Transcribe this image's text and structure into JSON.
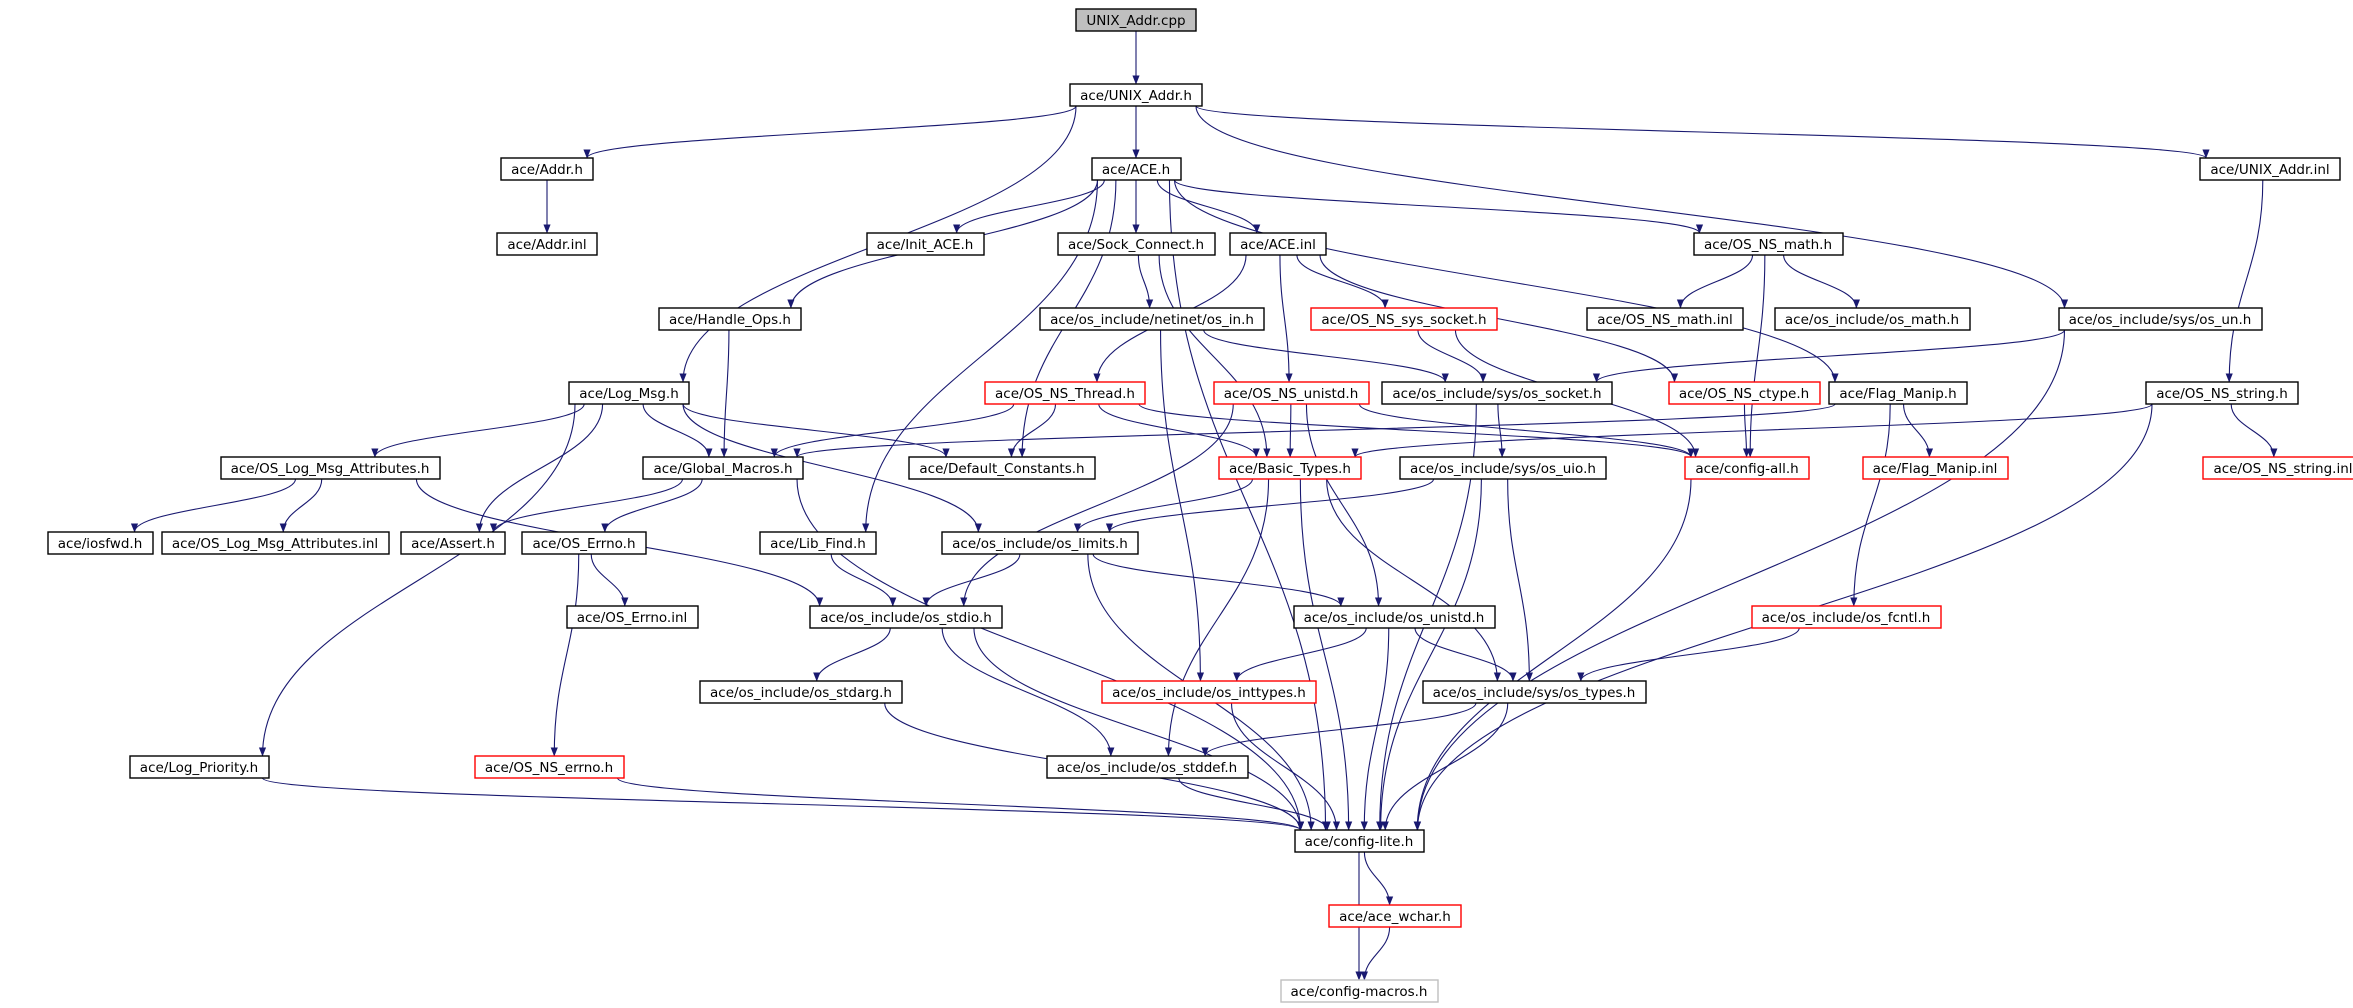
{
  "colors": {
    "edge": "#191970",
    "box_default": "#000000",
    "box_red": "#ff0000",
    "box_gray": "#bfbfbf",
    "root_fill": "#bfbfbf"
  },
  "nodes": [
    {
      "id": "unix_addr_cpp",
      "label": "UNIX_Addr.cpp",
      "style": "root"
    },
    {
      "id": "unix_addr_h",
      "label": "ace/UNIX_Addr.h",
      "style": "black"
    },
    {
      "id": "addr_h",
      "label": "ace/Addr.h",
      "style": "black"
    },
    {
      "id": "ace_h",
      "label": "ace/ACE.h",
      "style": "black"
    },
    {
      "id": "unix_addr_inl",
      "label": "ace/UNIX_Addr.inl",
      "style": "black"
    },
    {
      "id": "addr_inl",
      "label": "ace/Addr.inl",
      "style": "black"
    },
    {
      "id": "init_ace_h",
      "label": "ace/Init_ACE.h",
      "style": "black"
    },
    {
      "id": "sock_connect_h",
      "label": "ace/Sock_Connect.h",
      "style": "black"
    },
    {
      "id": "ace_inl",
      "label": "ace/ACE.inl",
      "style": "black"
    },
    {
      "id": "os_ns_math_h",
      "label": "ace/OS_NS_math.h",
      "style": "black"
    },
    {
      "id": "handle_ops_h",
      "label": "ace/Handle_Ops.h",
      "style": "black"
    },
    {
      "id": "netinet_in_h",
      "label": "ace/os_include/netinet/os_in.h",
      "style": "black"
    },
    {
      "id": "os_ns_sys_socket_h",
      "label": "ace/OS_NS_sys_socket.h",
      "style": "red"
    },
    {
      "id": "os_ns_math_inl",
      "label": "ace/OS_NS_math.inl",
      "style": "black"
    },
    {
      "id": "os_math_h",
      "label": "ace/os_include/os_math.h",
      "style": "black"
    },
    {
      "id": "sys_os_un_h",
      "label": "ace/os_include/sys/os_un.h",
      "style": "black"
    },
    {
      "id": "log_msg_h",
      "label": "ace/Log_Msg.h",
      "style": "black"
    },
    {
      "id": "os_ns_thread_h",
      "label": "ace/OS_NS_Thread.h",
      "style": "red"
    },
    {
      "id": "os_ns_unistd_h",
      "label": "ace/OS_NS_unistd.h",
      "style": "red"
    },
    {
      "id": "sys_os_socket_h",
      "label": "ace/os_include/sys/os_socket.h",
      "style": "black"
    },
    {
      "id": "os_ns_ctype_h",
      "label": "ace/OS_NS_ctype.h",
      "style": "red"
    },
    {
      "id": "flag_manip_h",
      "label": "ace/Flag_Manip.h",
      "style": "black"
    },
    {
      "id": "os_ns_string_h",
      "label": "ace/OS_NS_string.h",
      "style": "black"
    },
    {
      "id": "os_log_msg_attr_h",
      "label": "ace/OS_Log_Msg_Attributes.h",
      "style": "black"
    },
    {
      "id": "global_macros_h",
      "label": "ace/Global_Macros.h",
      "style": "black"
    },
    {
      "id": "default_constants_h",
      "label": "ace/Default_Constants.h",
      "style": "black"
    },
    {
      "id": "basic_types_h",
      "label": "ace/Basic_Types.h",
      "style": "red"
    },
    {
      "id": "sys_os_uio_h",
      "label": "ace/os_include/sys/os_uio.h",
      "style": "black"
    },
    {
      "id": "config_all_h",
      "label": "ace/config-all.h",
      "style": "red"
    },
    {
      "id": "flag_manip_inl",
      "label": "ace/Flag_Manip.inl",
      "style": "red"
    },
    {
      "id": "os_ns_string_inl",
      "label": "ace/OS_NS_string.inl",
      "style": "red"
    },
    {
      "id": "iosfwd_h",
      "label": "ace/iosfwd.h",
      "style": "black"
    },
    {
      "id": "os_log_msg_attr_inl",
      "label": "ace/OS_Log_Msg_Attributes.inl",
      "style": "black"
    },
    {
      "id": "assert_h",
      "label": "ace/Assert.h",
      "style": "black"
    },
    {
      "id": "os_errno_h",
      "label": "ace/OS_Errno.h",
      "style": "black"
    },
    {
      "id": "lib_find_h",
      "label": "ace/Lib_Find.h",
      "style": "black"
    },
    {
      "id": "os_limits_h",
      "label": "ace/os_include/os_limits.h",
      "style": "black"
    },
    {
      "id": "os_errno_inl",
      "label": "ace/OS_Errno.inl",
      "style": "black"
    },
    {
      "id": "os_stdio_h",
      "label": "ace/os_include/os_stdio.h",
      "style": "black"
    },
    {
      "id": "os_unistd_h",
      "label": "ace/os_include/os_unistd.h",
      "style": "black"
    },
    {
      "id": "os_fcntl_h",
      "label": "ace/os_include/os_fcntl.h",
      "style": "red"
    },
    {
      "id": "os_stdarg_h",
      "label": "ace/os_include/os_stdarg.h",
      "style": "black"
    },
    {
      "id": "os_inttypes_h",
      "label": "ace/os_include/os_inttypes.h",
      "style": "red"
    },
    {
      "id": "sys_os_types_h",
      "label": "ace/os_include/sys/os_types.h",
      "style": "black"
    },
    {
      "id": "log_priority_h",
      "label": "ace/Log_Priority.h",
      "style": "black"
    },
    {
      "id": "os_ns_errno_h",
      "label": "ace/OS_NS_errno.h",
      "style": "red"
    },
    {
      "id": "os_stddef_h",
      "label": "ace/os_include/os_stddef.h",
      "style": "black"
    },
    {
      "id": "config_lite_h",
      "label": "ace/config-lite.h",
      "style": "black"
    },
    {
      "id": "ace_wchar_h",
      "label": "ace/ace_wchar.h",
      "style": "red"
    },
    {
      "id": "config_macros_h",
      "label": "ace/config-macros.h",
      "style": "gray"
    }
  ],
  "edges": [
    [
      "unix_addr_cpp",
      "unix_addr_h"
    ],
    [
      "unix_addr_h",
      "addr_h"
    ],
    [
      "unix_addr_h",
      "ace_h"
    ],
    [
      "unix_addr_h",
      "unix_addr_inl"
    ],
    [
      "unix_addr_h",
      "log_msg_h"
    ],
    [
      "unix_addr_h",
      "sys_os_un_h"
    ],
    [
      "addr_h",
      "addr_inl"
    ],
    [
      "ace_h",
      "init_ace_h"
    ],
    [
      "ace_h",
      "sock_connect_h"
    ],
    [
      "ace_h",
      "ace_inl"
    ],
    [
      "ace_h",
      "os_ns_math_h"
    ],
    [
      "ace_h",
      "handle_ops_h"
    ],
    [
      "ace_h",
      "lib_find_h"
    ],
    [
      "ace_h",
      "default_constants_h"
    ],
    [
      "ace_h",
      "flag_manip_h"
    ],
    [
      "ace_h",
      "config_lite_h"
    ],
    [
      "unix_addr_inl",
      "os_ns_string_h"
    ],
    [
      "sock_connect_h",
      "netinet_in_h"
    ],
    [
      "sock_connect_h",
      "basic_types_h"
    ],
    [
      "ace_inl",
      "os_ns_sys_socket_h"
    ],
    [
      "ace_inl",
      "os_ns_thread_h"
    ],
    [
      "ace_inl",
      "os_ns_unistd_h"
    ],
    [
      "ace_inl",
      "os_ns_ctype_h"
    ],
    [
      "os_ns_math_h",
      "os_ns_math_inl"
    ],
    [
      "os_ns_math_h",
      "os_math_h"
    ],
    [
      "os_ns_math_h",
      "config_all_h"
    ],
    [
      "handle_ops_h",
      "global_macros_h"
    ],
    [
      "netinet_in_h",
      "sys_os_socket_h"
    ],
    [
      "netinet_in_h",
      "os_inttypes_h"
    ],
    [
      "os_ns_sys_socket_h",
      "sys_os_socket_h"
    ],
    [
      "os_ns_sys_socket_h",
      "config_all_h"
    ],
    [
      "sys_os_un_h",
      "sys_os_socket_h"
    ],
    [
      "sys_os_un_h",
      "config_lite_h"
    ],
    [
      "log_msg_h",
      "os_log_msg_attr_h"
    ],
    [
      "log_msg_h",
      "global_macros_h"
    ],
    [
      "log_msg_h",
      "default_constants_h"
    ],
    [
      "log_msg_h",
      "assert_h"
    ],
    [
      "log_msg_h",
      "os_limits_h"
    ],
    [
      "log_msg_h",
      "log_priority_h"
    ],
    [
      "os_ns_thread_h",
      "global_macros_h"
    ],
    [
      "os_ns_thread_h",
      "default_constants_h"
    ],
    [
      "os_ns_thread_h",
      "basic_types_h"
    ],
    [
      "os_ns_thread_h",
      "config_all_h"
    ],
    [
      "os_ns_unistd_h",
      "basic_types_h"
    ],
    [
      "os_ns_unistd_h",
      "os_unistd_h"
    ],
    [
      "os_ns_unistd_h",
      "os_stdio_h"
    ],
    [
      "os_ns_unistd_h",
      "config_all_h"
    ],
    [
      "sys_os_socket_h",
      "sys_os_uio_h"
    ],
    [
      "sys_os_socket_h",
      "config_lite_h"
    ],
    [
      "os_ns_ctype_h",
      "config_all_h"
    ],
    [
      "flag_manip_h",
      "flag_manip_inl"
    ],
    [
      "flag_manip_h",
      "os_fcntl_h"
    ],
    [
      "flag_manip_h",
      "global_macros_h"
    ],
    [
      "os_ns_string_h",
      "os_ns_string_inl"
    ],
    [
      "os_ns_string_h",
      "basic_types_h"
    ],
    [
      "os_ns_string_h",
      "config_lite_h"
    ],
    [
      "os_log_msg_attr_h",
      "iosfwd_h"
    ],
    [
      "os_log_msg_attr_h",
      "os_log_msg_attr_inl"
    ],
    [
      "os_log_msg_attr_h",
      "os_stdio_h"
    ],
    [
      "global_macros_h",
      "assert_h"
    ],
    [
      "global_macros_h",
      "os_errno_h"
    ],
    [
      "global_macros_h",
      "config_lite_h"
    ],
    [
      "basic_types_h",
      "os_limits_h"
    ],
    [
      "basic_types_h",
      "sys_os_types_h"
    ],
    [
      "basic_types_h",
      "os_stddef_h"
    ],
    [
      "basic_types_h",
      "config_lite_h"
    ],
    [
      "sys_os_uio_h",
      "os_limits_h"
    ],
    [
      "sys_os_uio_h",
      "sys_os_types_h"
    ],
    [
      "sys_os_uio_h",
      "config_lite_h"
    ],
    [
      "config_all_h",
      "config_lite_h"
    ],
    [
      "os_errno_h",
      "os_errno_inl"
    ],
    [
      "os_errno_h",
      "os_ns_errno_h"
    ],
    [
      "lib_find_h",
      "os_stdio_h"
    ],
    [
      "os_limits_h",
      "os_stdio_h"
    ],
    [
      "os_limits_h",
      "os_unistd_h"
    ],
    [
      "os_limits_h",
      "config_lite_h"
    ],
    [
      "os_stdio_h",
      "os_stdarg_h"
    ],
    [
      "os_stdio_h",
      "os_stddef_h"
    ],
    [
      "os_stdio_h",
      "config_lite_h"
    ],
    [
      "os_unistd_h",
      "os_inttypes_h"
    ],
    [
      "os_unistd_h",
      "sys_os_types_h"
    ],
    [
      "os_unistd_h",
      "config_lite_h"
    ],
    [
      "os_fcntl_h",
      "sys_os_types_h"
    ],
    [
      "os_stdarg_h",
      "config_lite_h"
    ],
    [
      "os_inttypes_h",
      "config_lite_h"
    ],
    [
      "sys_os_types_h",
      "os_stddef_h"
    ],
    [
      "sys_os_types_h",
      "config_lite_h"
    ],
    [
      "log_priority_h",
      "config_lite_h"
    ],
    [
      "os_ns_errno_h",
      "config_lite_h"
    ],
    [
      "os_stddef_h",
      "config_lite_h"
    ],
    [
      "config_lite_h",
      "ace_wchar_h"
    ],
    [
      "config_lite_h",
      "config_macros_h"
    ],
    [
      "ace_wchar_h",
      "config_macros_h"
    ]
  ]
}
